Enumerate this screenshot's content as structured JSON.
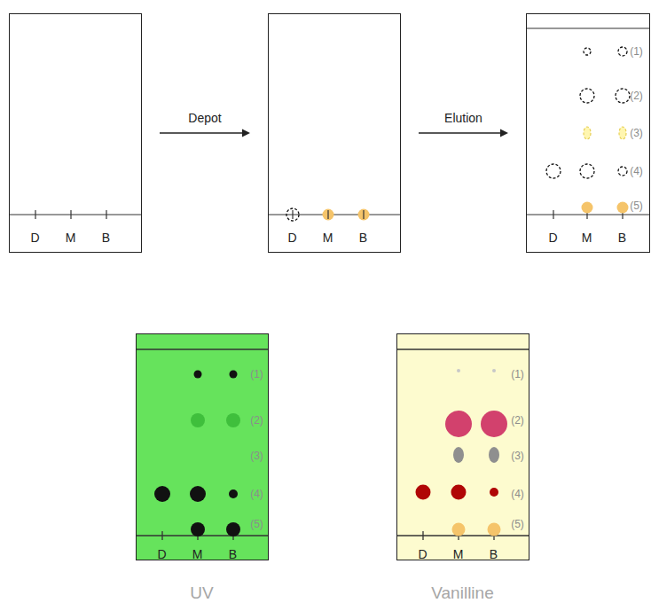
{
  "diagram": {
    "nodes": [
      {
        "text": [
          "D",
          "M",
          "B"
        ]
      },
      {
        "text": [
          "D",
          "M",
          "B"
        ]
      },
      {
        "text": [
          "D",
          "M",
          "B",
          "(1)",
          "(2)",
          "(3)",
          "(4)",
          "(5)"
        ]
      },
      {
        "text": [
          "D",
          "M",
          "B",
          "(1)",
          "(2)",
          "(3)",
          "(4)",
          "(5)",
          "UV"
        ]
      },
      {
        "text": [
          "D",
          "M",
          "B",
          "(1)",
          "(2)",
          "(3)",
          "(4)",
          "(5)",
          "Vanilline"
        ]
      }
    ],
    "edges": [
      {
        "from": 0,
        "to": 1,
        "label": "Depot",
        "arrow": "to"
      },
      {
        "from": 1,
        "to": 2,
        "label": "Elution",
        "arrow": "to"
      }
    ]
  }
}
